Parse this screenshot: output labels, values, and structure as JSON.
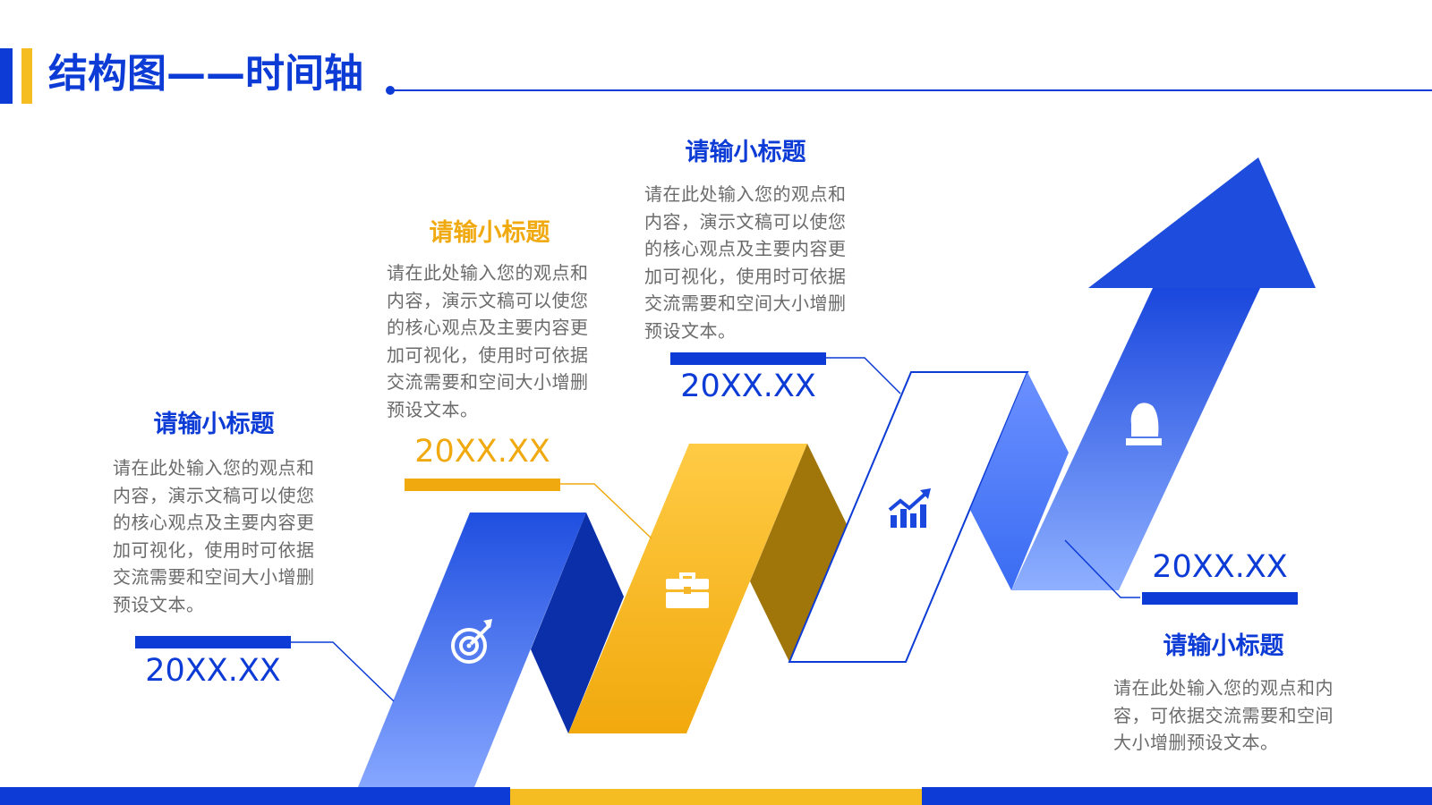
{
  "title": "结构图——时间轴",
  "colors": {
    "primary_blue": "#0c3bd6",
    "accent_yellow": "#f5bd22",
    "text_gray": "#6b6b6b"
  },
  "milestones": [
    {
      "subtitle": "请输小标题",
      "description": "请在此处输入您的观点和内容，演示文稿可以使您的核心观点及主要内容更加可视化，使用时可依据交流需要和空间大小增删预设文本。",
      "date": "20XX.XX",
      "icon": "target-icon",
      "color": "blue"
    },
    {
      "subtitle": "请输小标题",
      "description": "请在此处输入您的观点和内容，演示文稿可以使您的核心观点及主要内容更加可视化，使用时可依据交流需要和空间大小增删预设文本。",
      "date": "20XX.XX",
      "icon": "briefcase-icon",
      "color": "yellow"
    },
    {
      "subtitle": "请输小标题",
      "description": "请在此处输入您的观点和内容，演示文稿可以使您的核心观点及主要内容更加可视化，使用时可依据交流需要和空间大小增删预设文本。",
      "date": "20XX.XX",
      "icon": "growth-chart-icon",
      "color": "blue"
    },
    {
      "subtitle": "请输小标题",
      "description": "请在此处输入您的观点和内容，可依据交流需要和空间大小增删预设文本。",
      "date": "20XX.XX",
      "icon": "chess-knight-icon",
      "color": "blue"
    }
  ]
}
